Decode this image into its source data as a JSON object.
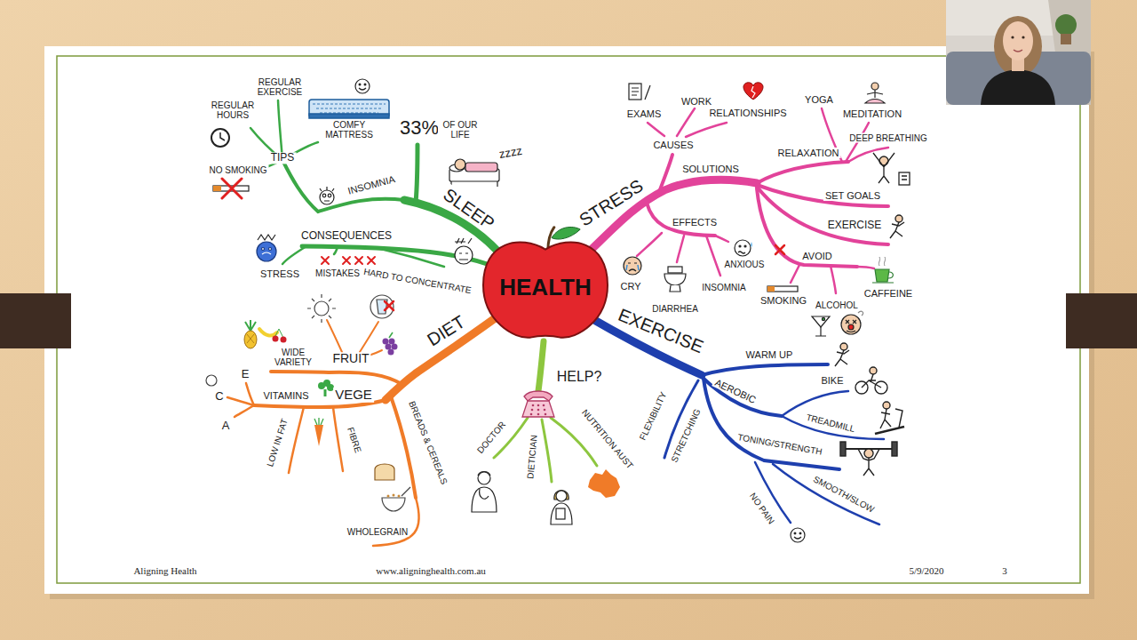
{
  "diagram": {
    "nodes": [
      {
        "text": [
          "HEALTH"
        ]
      }
    ],
    "labels": [
      "REGULAR EXERCISE",
      "REGULAR HOURS",
      "COMFY MATTRESS",
      "TIPS",
      "NO SMOKING",
      "33%",
      "OF OUR LIFE",
      "zzzz",
      "INSOMNIA",
      "SLEEP",
      "CONSEQUENCES",
      "STRESS",
      "MISTAKES",
      "HARD TO CONCENTRATE",
      "EXAMS",
      "WORK",
      "RELATIONSHIPS",
      "YOGA",
      "MEDITATION",
      "CAUSES",
      "DEEP BREATHING",
      "STRESS",
      "SOLUTIONS",
      "RELAXATION",
      "SET GOALS",
      "EFFECTS",
      "ANXIOUS",
      "EXERCISE",
      "AVOID",
      "CRY",
      "INSOMNIA",
      "SMOKING",
      "CAFFEINE",
      "DIARRHEA",
      "ALCOHOL",
      "EXERCISE",
      "WARM UP",
      "BIKE",
      "AEROBIC",
      "TREADMILL",
      "FLEXIBILITY",
      "STRETCHING",
      "TONING/STRENGTH",
      "SMOOTH/SLOW",
      "NO PAIN",
      "HELP?",
      "DOCTOR",
      "DIETICIAN",
      "NUTRITION AUST",
      "DIET",
      "FRUIT",
      "WIDE VARIETY",
      "E",
      "VITAMINS",
      "VEGE",
      "C",
      "A",
      "LOW IN FAT",
      "FIBRE",
      "BREADS & CEREALS",
      "WHOLEGRAIN",
      "Aligning Health",
      "www.aligninghealth.com.au",
      "5/9/2020",
      "3"
    ]
  }
}
